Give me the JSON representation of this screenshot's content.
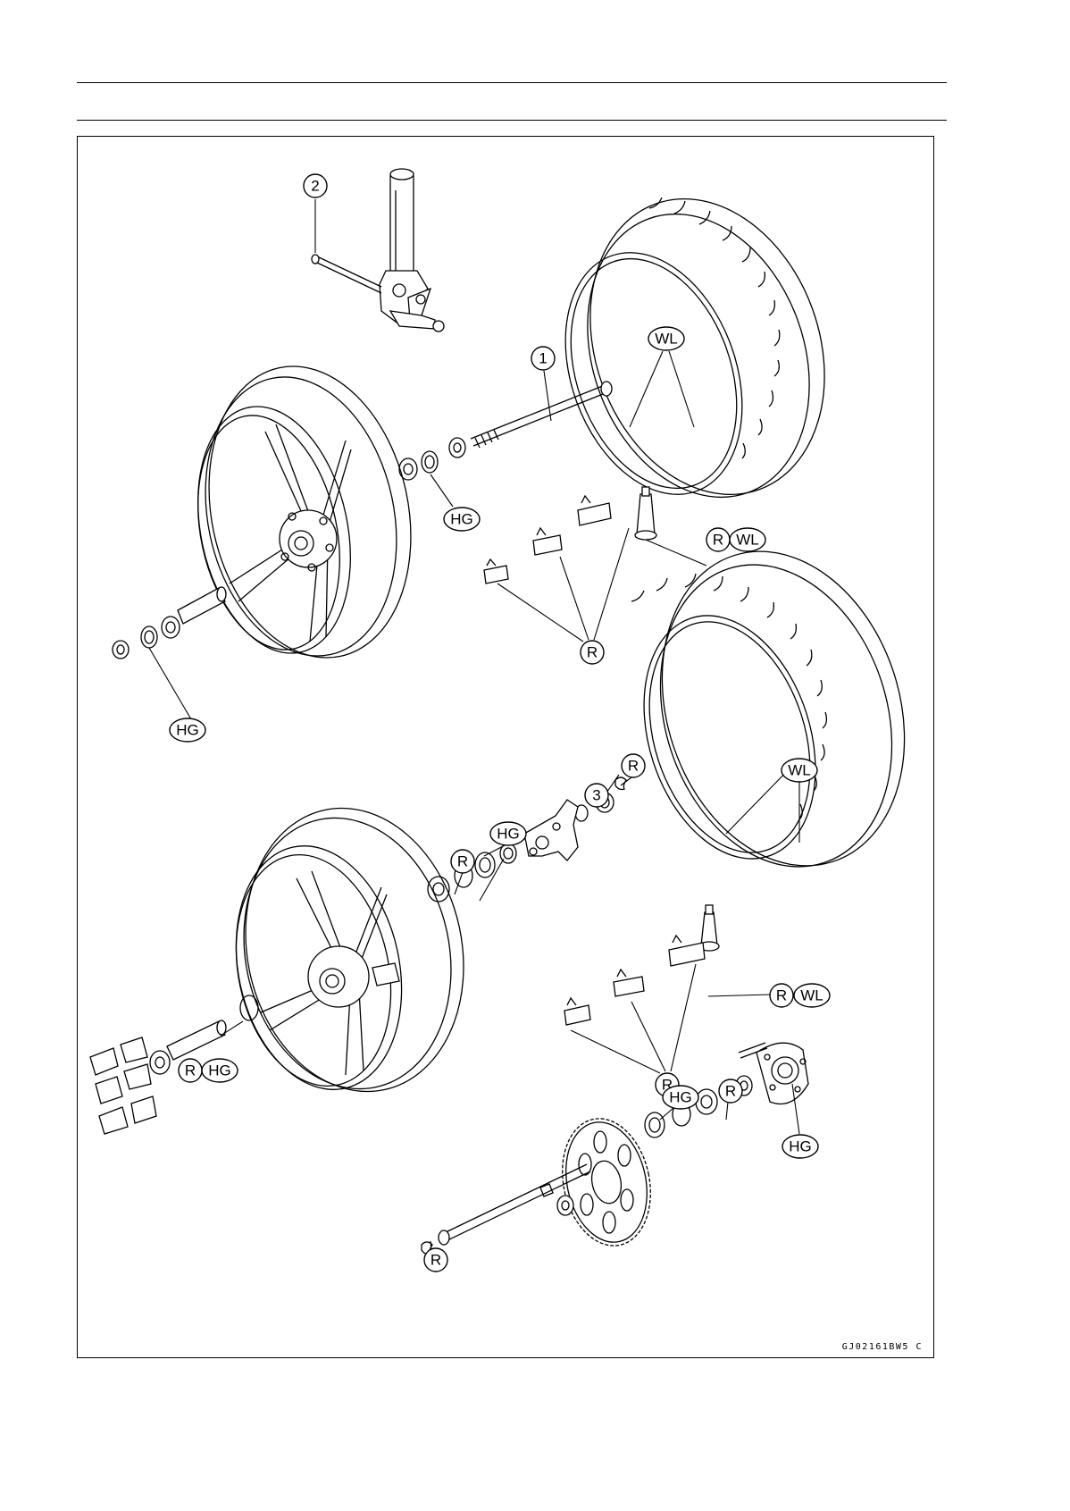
{
  "figure_code": "GJ02161BW5  C",
  "callouts": {
    "c1": "1",
    "c2": "2",
    "c3": "3",
    "r": "R",
    "hg": "HG",
    "wl": "WL"
  },
  "colors": {
    "line": "#000000",
    "background": "#ffffff"
  }
}
